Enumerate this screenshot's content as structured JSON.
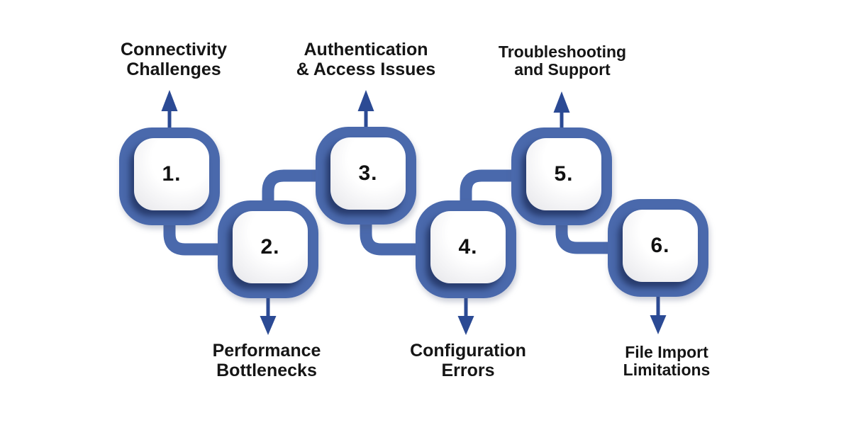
{
  "colors": {
    "ring_blue": "#4a69ac",
    "arrow_navy": "#2b4a94",
    "inner_shadow_navy": "rgba(23,38,80,0.68)",
    "text": "#151515",
    "background": "#ffffff"
  },
  "diagram": {
    "type": "numbered-zigzag-process",
    "node_count": 6,
    "nodes": [
      {
        "number": "1.",
        "label": "Connectivity Challenges",
        "line1": "Connectivity",
        "line2": "Challenges",
        "label_position": "top",
        "arrow_direction": "up"
      },
      {
        "number": "2.",
        "label": "Performance Bottlenecks",
        "line1": "Performance",
        "line2": "Bottlenecks",
        "label_position": "bottom",
        "arrow_direction": "down"
      },
      {
        "number": "3.",
        "label": "Authentication & Access Issues",
        "line1": "Authentication",
        "line2": "& Access Issues",
        "label_position": "top",
        "arrow_direction": "up"
      },
      {
        "number": "4.",
        "label": "Configuration Errors",
        "line1": "Configuration",
        "line2": "Errors",
        "label_position": "bottom",
        "arrow_direction": "down"
      },
      {
        "number": "5.",
        "label": "Troubleshooting and Support",
        "line1": "Troubleshooting",
        "line2": "and Support",
        "label_position": "top",
        "arrow_direction": "up"
      },
      {
        "number": "6.",
        "label": "File Import Limitations",
        "line1": "File Import",
        "line2": "Limitations",
        "label_position": "bottom",
        "arrow_direction": "down"
      }
    ]
  }
}
